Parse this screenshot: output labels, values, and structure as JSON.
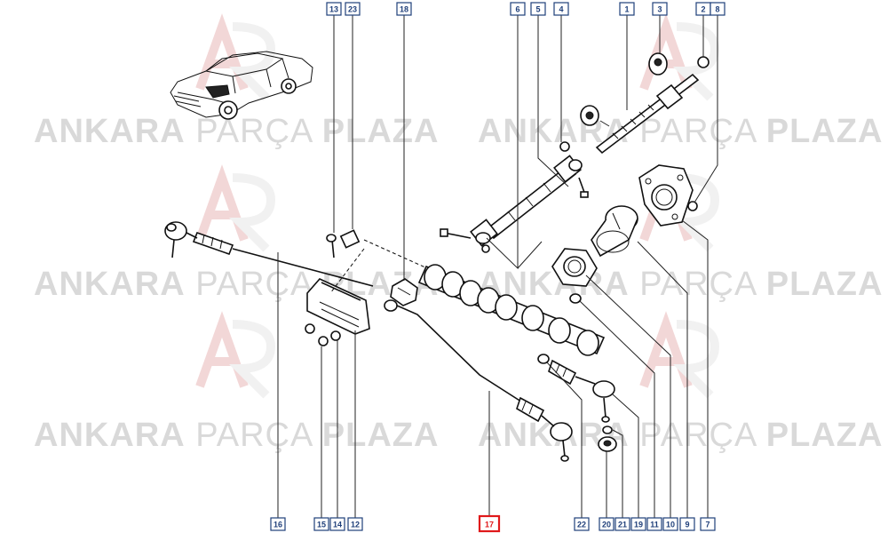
{
  "watermark": {
    "word_bold_1": "ANKARA",
    "word_light": "PARÇA",
    "word_bold_2": "PLAZA"
  },
  "callouts": [
    {
      "label": "13",
      "highlight": false
    },
    {
      "label": "23",
      "highlight": false
    },
    {
      "label": "18",
      "highlight": false
    },
    {
      "label": "6",
      "highlight": false
    },
    {
      "label": "5",
      "highlight": false
    },
    {
      "label": "4",
      "highlight": false
    },
    {
      "label": "1",
      "highlight": false
    },
    {
      "label": "3",
      "highlight": false
    },
    {
      "label": "2",
      "highlight": false
    },
    {
      "label": "8",
      "highlight": false
    },
    {
      "label": "16",
      "highlight": false
    },
    {
      "label": "15",
      "highlight": false
    },
    {
      "label": "14",
      "highlight": false
    },
    {
      "label": "12",
      "highlight": false
    },
    {
      "label": "17",
      "highlight": true
    },
    {
      "label": "22",
      "highlight": false
    },
    {
      "label": "20",
      "highlight": false
    },
    {
      "label": "21",
      "highlight": false
    },
    {
      "label": "19",
      "highlight": false
    },
    {
      "label": "11",
      "highlight": false
    },
    {
      "label": "10",
      "highlight": false
    },
    {
      "label": "9",
      "highlight": false
    },
    {
      "label": "7",
      "highlight": false
    }
  ],
  "colors": {
    "callout_stroke": "#1f3f7a",
    "highlight": "#e0191b",
    "watermark": "#d9d9d9"
  }
}
